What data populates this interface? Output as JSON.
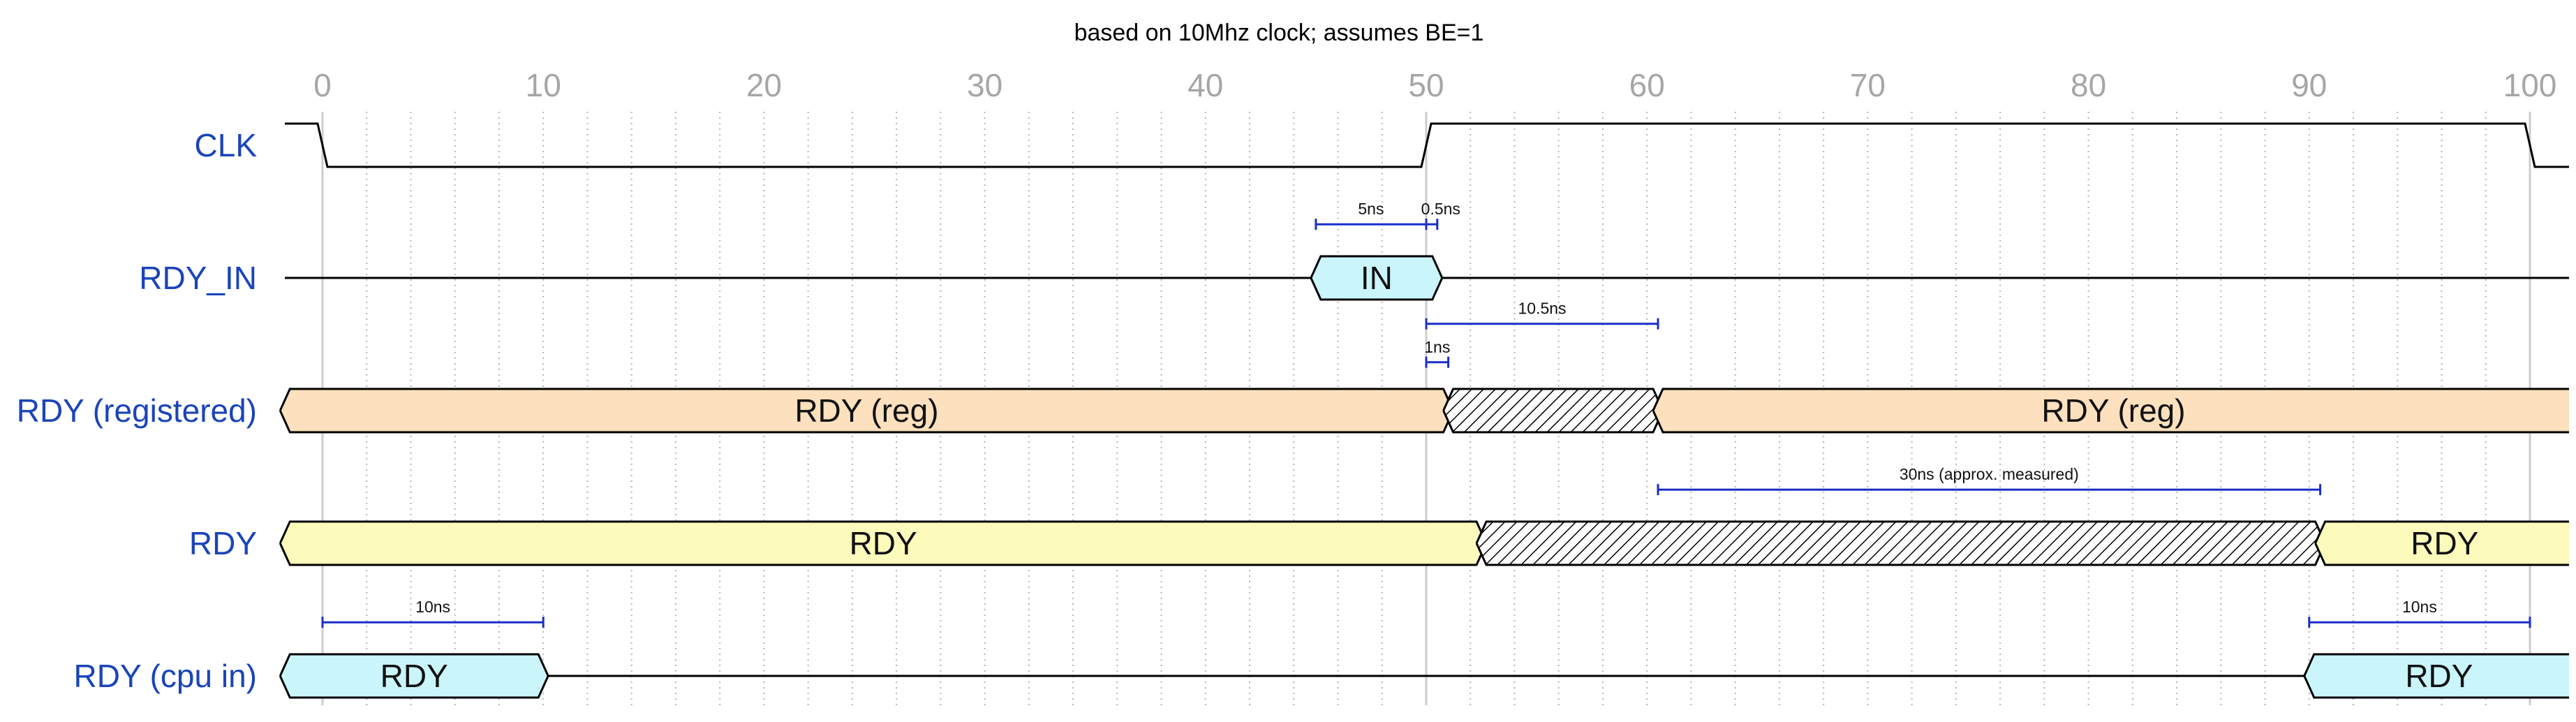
{
  "title": "based on 10Mhz clock; assumes BE=1",
  "time_axis": {
    "start": 0,
    "end": 100,
    "ticks": [
      {
        "value": 0,
        "label": "0"
      },
      {
        "value": 10,
        "label": "10"
      },
      {
        "value": 20,
        "label": "20"
      },
      {
        "value": 30,
        "label": "30"
      },
      {
        "value": 40,
        "label": "40"
      },
      {
        "value": 50,
        "label": "50"
      },
      {
        "value": 60,
        "label": "60"
      },
      {
        "value": 70,
        "label": "70"
      },
      {
        "value": 80,
        "label": "80"
      },
      {
        "value": 90,
        "label": "90"
      },
      {
        "value": 100,
        "label": "100"
      }
    ],
    "major_gridlines": [
      0,
      50,
      100
    ],
    "minor_grid": true
  },
  "colors": {
    "signal_label": "#1a44b8",
    "annotation": "#1a2fc8",
    "grid_major": "#cccccc",
    "grid_minor": "#b4b4b4",
    "tick_label": "#a6a6a6",
    "wave_line": "#000000",
    "cyan_fill": "#c9f5fb",
    "orange_fill": "#fde0bd",
    "yellow_fill": "#fdfbbb"
  },
  "signals": [
    {
      "name": "CLK",
      "wave_type": "clock",
      "transitions": [
        {
          "t": 0,
          "to": "low"
        },
        {
          "t": 50,
          "to": "high"
        },
        {
          "t": 100,
          "to": "low"
        }
      ],
      "initial": "high",
      "segments": []
    },
    {
      "name": "RDY_IN",
      "wave_type": "bus",
      "segments": [
        {
          "start": 45,
          "end": 50.5,
          "kind": "data",
          "fill": "cyan",
          "label": "IN"
        }
      ]
    },
    {
      "name": "RDY (registered)",
      "wave_type": "bus",
      "segments": [
        {
          "start": -1.7,
          "end": 51,
          "kind": "data",
          "fill": "orange",
          "label": "RDY (reg)"
        },
        {
          "start": 51,
          "end": 60.5,
          "kind": "undefined",
          "fill": "hatch",
          "label": ""
        },
        {
          "start": 60.5,
          "end": 102,
          "kind": "data",
          "fill": "orange",
          "label": "RDY (reg)"
        }
      ]
    },
    {
      "name": "RDY",
      "wave_type": "bus",
      "segments": [
        {
          "start": -1.7,
          "end": 52.5,
          "kind": "data",
          "fill": "yellow",
          "label": "RDY"
        },
        {
          "start": 52.5,
          "end": 90.5,
          "kind": "undefined",
          "fill": "hatch",
          "label": ""
        },
        {
          "start": 90.5,
          "end": 102,
          "kind": "data",
          "fill": "yellow",
          "label": "RDY"
        }
      ]
    },
    {
      "name": "RDY (cpu in)",
      "wave_type": "bus",
      "segments": [
        {
          "start": -1.7,
          "end": 10,
          "kind": "data",
          "fill": "cyan",
          "label": "RDY"
        },
        {
          "start": 90,
          "end": 102,
          "kind": "data",
          "fill": "cyan",
          "label": "RDY"
        }
      ]
    }
  ],
  "annotations": [
    {
      "from": 45,
      "to": 50,
      "level": 1.58,
      "label": "5ns"
    },
    {
      "from": 50,
      "to": 50.5,
      "level": 1.58,
      "label": "0.5ns"
    },
    {
      "from": 50,
      "to": 60.5,
      "level": 2.33,
      "label": "10.5ns"
    },
    {
      "from": 50,
      "to": 51,
      "level": 2.62,
      "label": "1ns"
    },
    {
      "from": 60.5,
      "to": 90.5,
      "level": 3.58,
      "label": "30ns (approx. measured)"
    },
    {
      "from": 0,
      "to": 10,
      "level": 4.58,
      "label": "10ns"
    },
    {
      "from": 90,
      "to": 100,
      "level": 4.58,
      "label": "10ns"
    }
  ]
}
